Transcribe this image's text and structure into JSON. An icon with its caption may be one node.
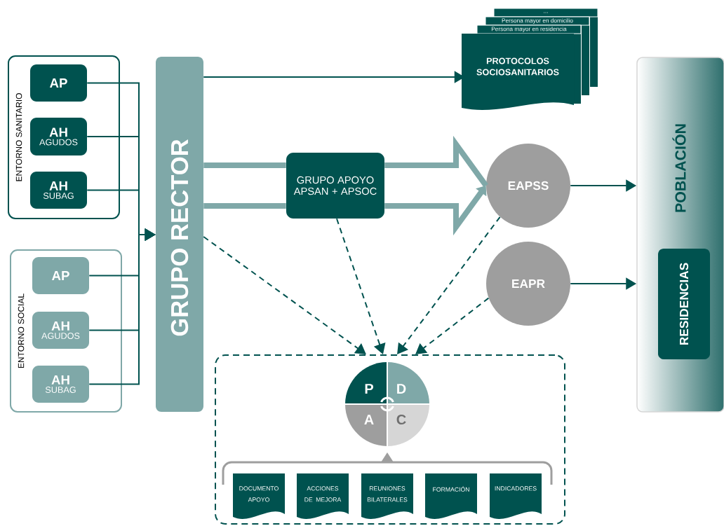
{
  "diagram": {
    "nodes": [
      {
        "text": [
          "ENTORNO SANITARIO"
        ]
      },
      {
        "text": [
          "AP"
        ],
        "in": 0
      },
      {
        "text": [
          "AH",
          "AGUDOS"
        ],
        "in": 0
      },
      {
        "text": [
          "AH",
          "SUBAG"
        ],
        "in": 0
      },
      {
        "text": [
          "ENTORNO SOCIAL"
        ]
      },
      {
        "text": [
          "AP"
        ],
        "in": 4
      },
      {
        "text": [
          "AH",
          "AGUDOS"
        ],
        "in": 4
      },
      {
        "text": [
          "AH",
          "SUBAG"
        ],
        "in": 4
      },
      {
        "text": [
          "GRUPO RECTOR"
        ]
      },
      {
        "text": [
          "..."
        ]
      },
      {
        "text": [
          "Persona mayor en domicilio"
        ]
      },
      {
        "text": [
          "Persona mayor en residencia"
        ]
      },
      {
        "text": [
          "PROTOCOLOS SOCIOSANITARIOS"
        ]
      },
      {
        "text": [
          "GRUPO APOYO APSAN + APSOC"
        ]
      },
      {
        "text": [
          "EAPSS"
        ]
      },
      {
        "text": [
          "EAPR"
        ]
      },
      {
        "text": [
          "POBLACIÓN"
        ]
      },
      {
        "text": [
          "RESIDENCIAS"
        ],
        "in": 16
      },
      {
        "text": [],
        "shape": "box"
      },
      {
        "text": [
          "P",
          "D",
          "A",
          "C"
        ],
        "in": 18
      },
      {
        "text": [
          "DOCUMENTO APOYO"
        ],
        "in": 18
      },
      {
        "text": [
          "ACCIONES DE MEJORA"
        ],
        "in": 18
      },
      {
        "text": [
          "REUNIONES BILATERALES"
        ],
        "in": 18
      },
      {
        "text": [
          "FORMACIÓN"
        ],
        "in": 18
      },
      {
        "text": [
          "INDICADORES"
        ],
        "in": 18
      }
    ],
    "edges": [
      {
        "from": 1,
        "to": 8,
        "arrow": "to"
      },
      {
        "from": 2,
        "to": 8,
        "arrow": "to"
      },
      {
        "from": 3,
        "to": 8,
        "arrow": "to"
      },
      {
        "from": 5,
        "to": 8,
        "arrow": "to"
      },
      {
        "from": 6,
        "to": 8,
        "arrow": "to"
      },
      {
        "from": 7,
        "to": 8,
        "arrow": "to"
      },
      {
        "from": 8,
        "to": 12,
        "arrow": "to"
      },
      {
        "from": 8,
        "to": 13,
        "arrow": "none",
        "style": "thick",
        "color": "#7fa8a8"
      },
      {
        "from": 13,
        "to": 14,
        "arrow": "to",
        "style": "thick",
        "color": "#7fa8a8"
      },
      {
        "from": 14,
        "to": 16,
        "arrow": "to"
      },
      {
        "from": 15,
        "to": 16,
        "arrow": "to"
      },
      {
        "from": 8,
        "to": 18,
        "arrow": "to",
        "style": "dashed"
      },
      {
        "from": 13,
        "to": 18,
        "arrow": "to",
        "style": "dashed"
      },
      {
        "from": 14,
        "to": 18,
        "arrow": "to",
        "style": "dashed"
      },
      {
        "from": 15,
        "to": 18,
        "arrow": "to",
        "style": "dashed"
      }
    ]
  }
}
